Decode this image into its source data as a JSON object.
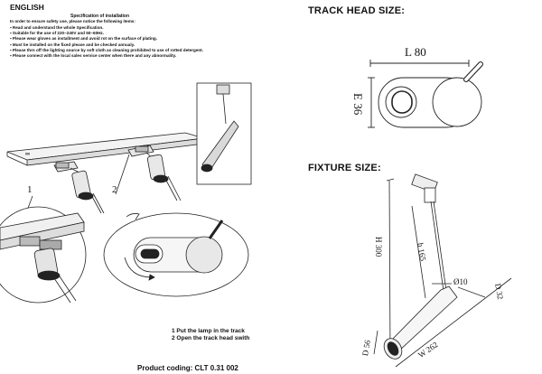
{
  "left": {
    "language": "ENGLISH",
    "spec_title": "Specification of installation",
    "intro": "In order to ensure safety use, please notice the following items:",
    "items": [
      "Read and understand the whole Specification.",
      "Suitable for the use of 220~240V and 50~60Hz.",
      "Please wear gloves as installment and avoid rot on the surface of plating.",
      "Must be installed on the fixed please and be checked annualy.",
      "Please thrn off the lighting source by soft cloth as cleaning prohibited to use of rotted detergent.",
      "Please connect with the local sales service center when there and any abnormality."
    ],
    "callout_1": "1",
    "callout_2": "2",
    "steps": [
      "1 Put the lamp in the track",
      "2 Open the track head swith"
    ],
    "product_coding": "Product coding: CLT 0.31 002"
  },
  "right": {
    "track_head_title": "TRACK HEAD SIZE:",
    "track_head_length": "L 80",
    "track_head_height": "E 36",
    "fixture_title": "FIXTURE SIZE:",
    "dim_height": "H 300",
    "dim_h": "h 165",
    "dim_diameter": "Ø10",
    "dim_d32": "D 32",
    "dim_d56": "D 56",
    "dim_w262": "W 262"
  }
}
